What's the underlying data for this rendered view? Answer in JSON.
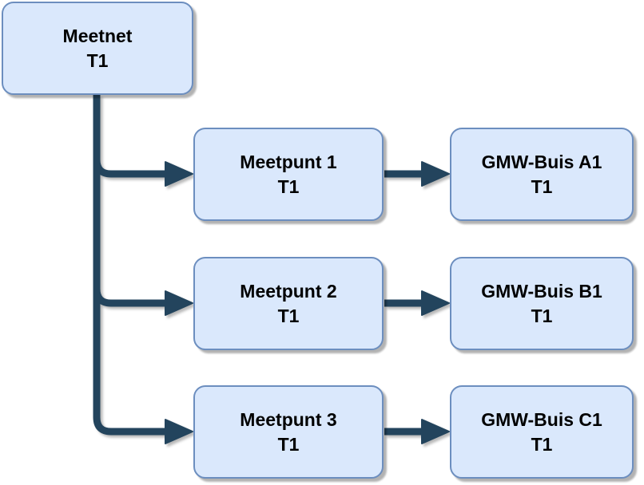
{
  "theme": {
    "node_fill": "#dae8fc",
    "node_border": "#6c8ebf",
    "connector": "#23445d",
    "text": "#000000",
    "background": "#ffffff"
  },
  "diagram": {
    "kind": "tree-hierarchy",
    "nodes": {
      "meetnet": {
        "title": "Meetnet",
        "subtitle": "T1"
      },
      "meetpunt1": {
        "title": "Meetpunt 1",
        "subtitle": "T1"
      },
      "meetpunt2": {
        "title": "Meetpunt 2",
        "subtitle": "T1"
      },
      "meetpunt3": {
        "title": "Meetpunt 3",
        "subtitle": "T1"
      },
      "gmwA1": {
        "title": "GMW-Buis A1",
        "subtitle": "T1"
      },
      "gmwB1": {
        "title": "GMW-Buis B1",
        "subtitle": "T1"
      },
      "gmwC1": {
        "title": "GMW-Buis C1",
        "subtitle": "T1"
      }
    },
    "edges": [
      {
        "from": "meetnet",
        "to": "meetpunt1",
        "arrow": "filled-triangle"
      },
      {
        "from": "meetnet",
        "to": "meetpunt2",
        "arrow": "filled-triangle"
      },
      {
        "from": "meetnet",
        "to": "meetpunt3",
        "arrow": "filled-triangle"
      },
      {
        "from": "meetpunt1",
        "to": "gmwA1",
        "arrow": "filled-triangle"
      },
      {
        "from": "meetpunt2",
        "to": "gmwB1",
        "arrow": "filled-triangle"
      },
      {
        "from": "meetpunt3",
        "to": "gmwC1",
        "arrow": "filled-triangle"
      }
    ]
  }
}
